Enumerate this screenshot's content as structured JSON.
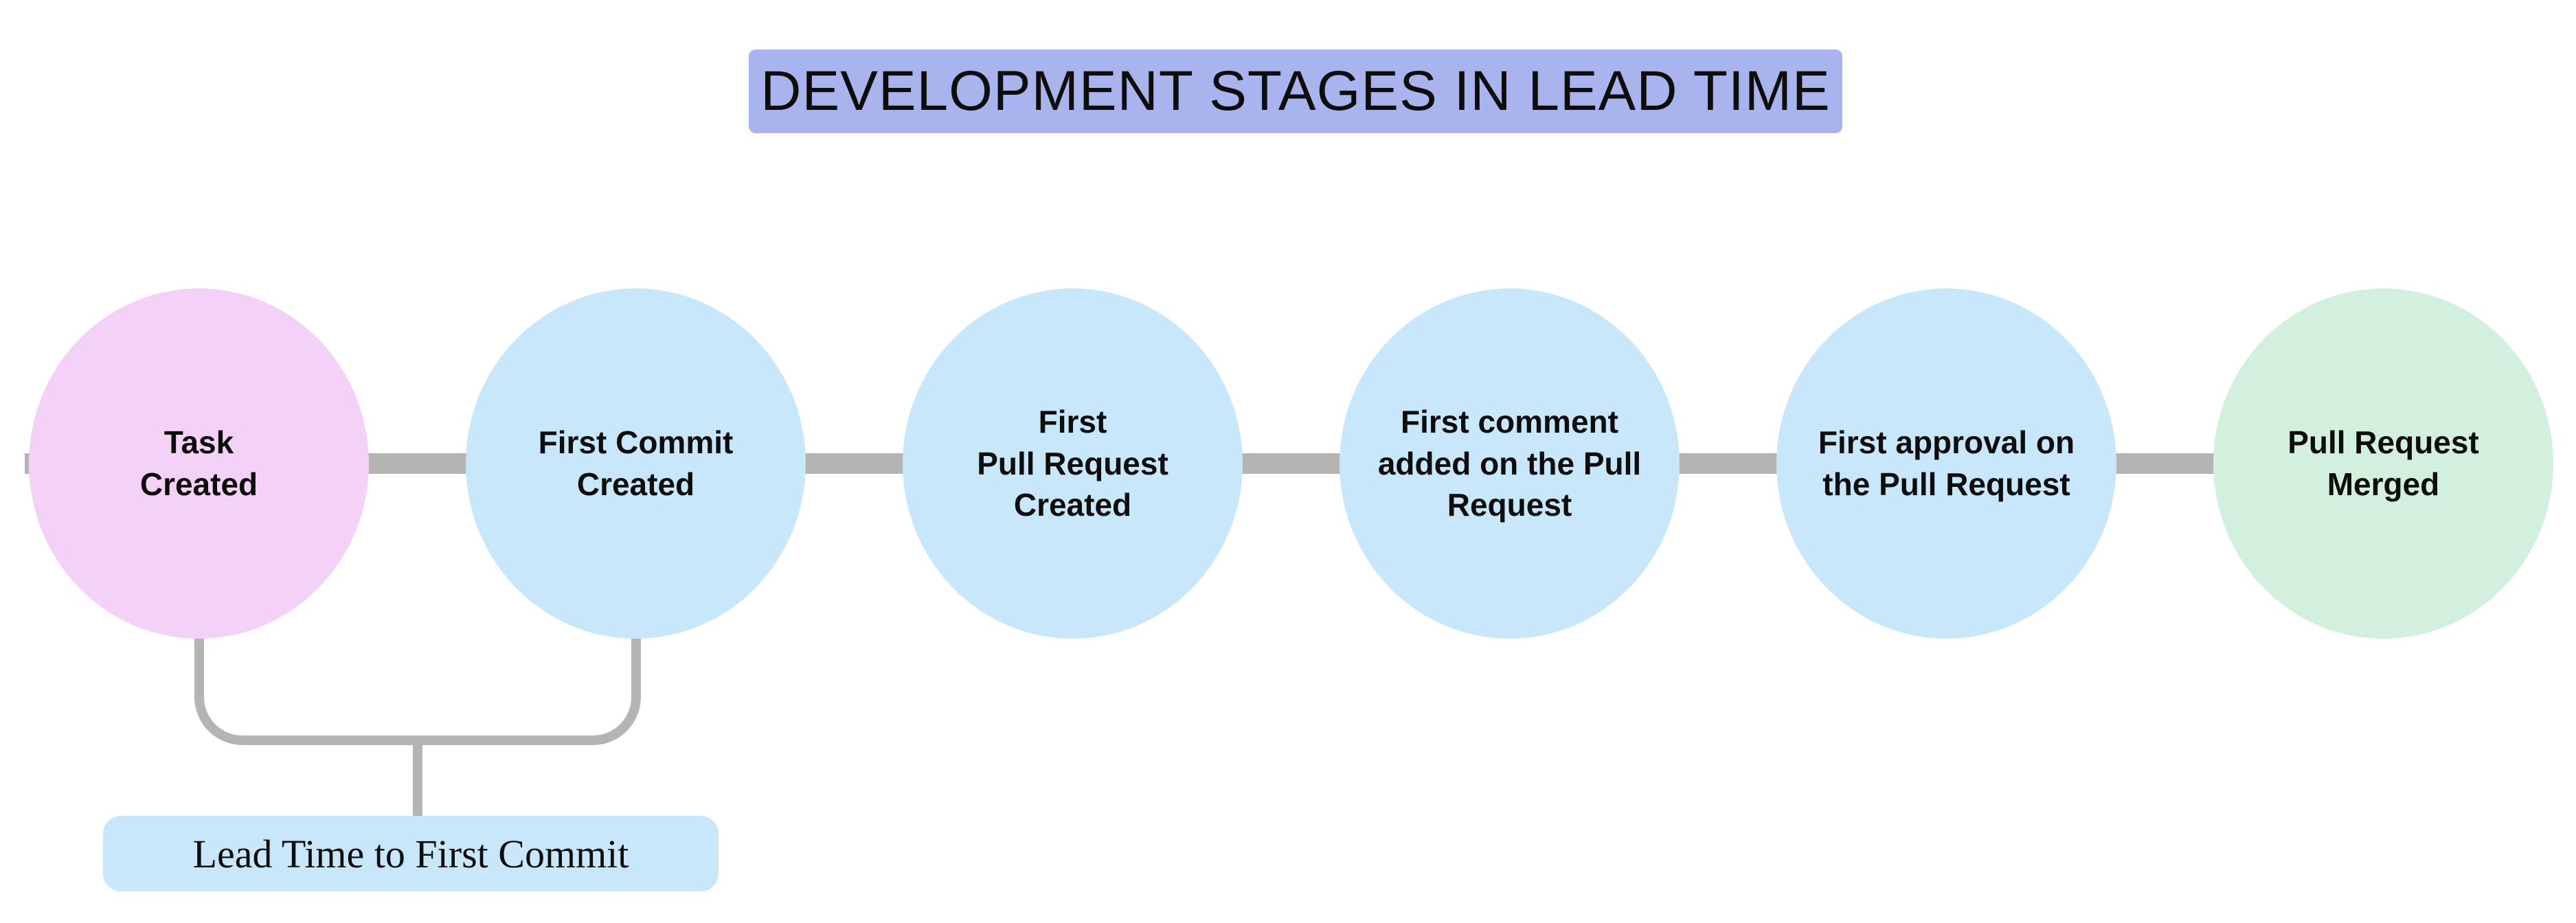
{
  "title": {
    "text": "DEVELOPMENT STAGES IN LEAD TIME",
    "bg_color": "#a9b3ee"
  },
  "stages": [
    {
      "id": "task-created",
      "label": "Task\nCreated",
      "color": "#f4d2f7"
    },
    {
      "id": "first-commit-created",
      "label": "First Commit\nCreated",
      "color": "#c9e7fa"
    },
    {
      "id": "first-pull-request-created",
      "label": "First\nPull Request\nCreated",
      "color": "#c9e7fa"
    },
    {
      "id": "first-comment-added",
      "label": "First comment\nadded on the Pull\nRequest",
      "color": "#c9e7fa"
    },
    {
      "id": "first-approval",
      "label": "First approval on\nthe Pull Request",
      "color": "#c9e7fa"
    },
    {
      "id": "pull-request-merged",
      "label": "Pull Request\nMerged",
      "color": "#d2f0dd"
    }
  ],
  "annotation": {
    "label": "Lead Time to First Commit",
    "bg_color": "#c9e7fa"
  },
  "colors": {
    "connector": "#b4b4b4",
    "text": "#0d0d0d",
    "background": "#ffffff"
  }
}
